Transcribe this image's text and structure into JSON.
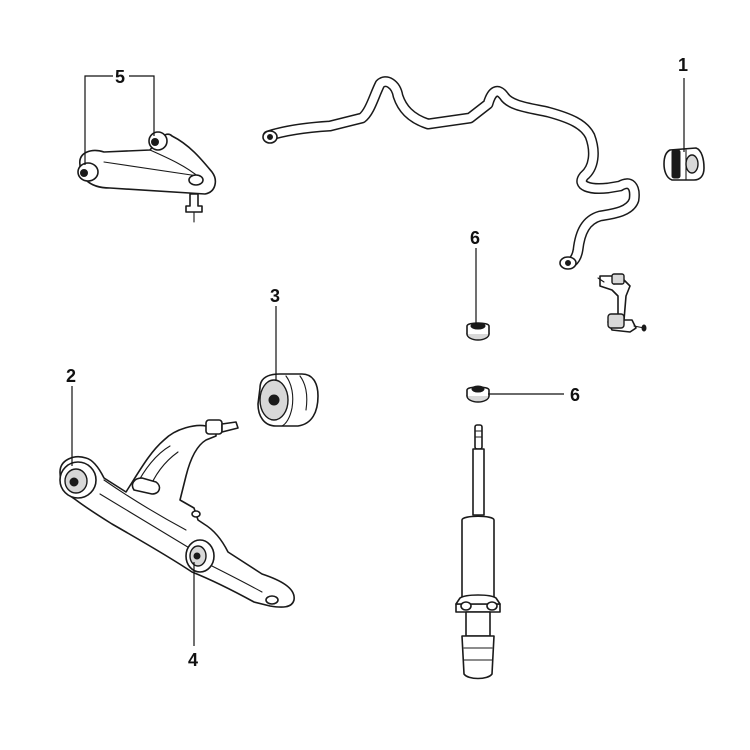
{
  "callouts": {
    "c1": "1",
    "c2": "2",
    "c3": "3",
    "c4": "4",
    "c5": "5",
    "c6a": "6",
    "c6b": "6"
  }
}
